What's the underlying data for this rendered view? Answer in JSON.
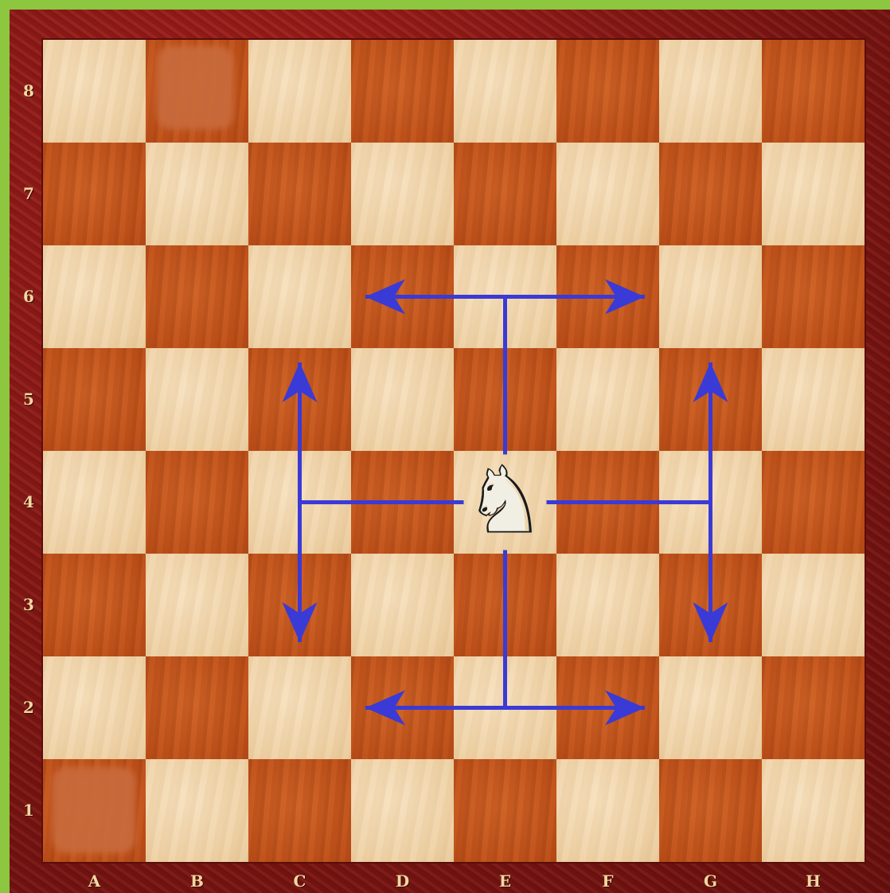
{
  "board": {
    "files": [
      "A",
      "B",
      "C",
      "D",
      "E",
      "F",
      "G",
      "H"
    ],
    "ranks": [
      "8",
      "7",
      "6",
      "5",
      "4",
      "3",
      "2",
      "1"
    ],
    "colors": {
      "light_square": "#efd2a6",
      "dark_square": "#c0531c",
      "frame": "#7d1512",
      "background": "#8dc63f",
      "arrow": "#3a3ad6"
    }
  },
  "pieces": [
    {
      "piece": "knight",
      "color": "white",
      "square": "e4",
      "glyph": "♘"
    }
  ],
  "arrows": [
    {
      "from": "e4",
      "to": "d6"
    },
    {
      "from": "e4",
      "to": "f6"
    },
    {
      "from": "e4",
      "to": "c5"
    },
    {
      "from": "e4",
      "to": "c3"
    },
    {
      "from": "e4",
      "to": "g5"
    },
    {
      "from": "e4",
      "to": "g3"
    },
    {
      "from": "e4",
      "to": "d2"
    },
    {
      "from": "e4",
      "to": "f2"
    }
  ]
}
